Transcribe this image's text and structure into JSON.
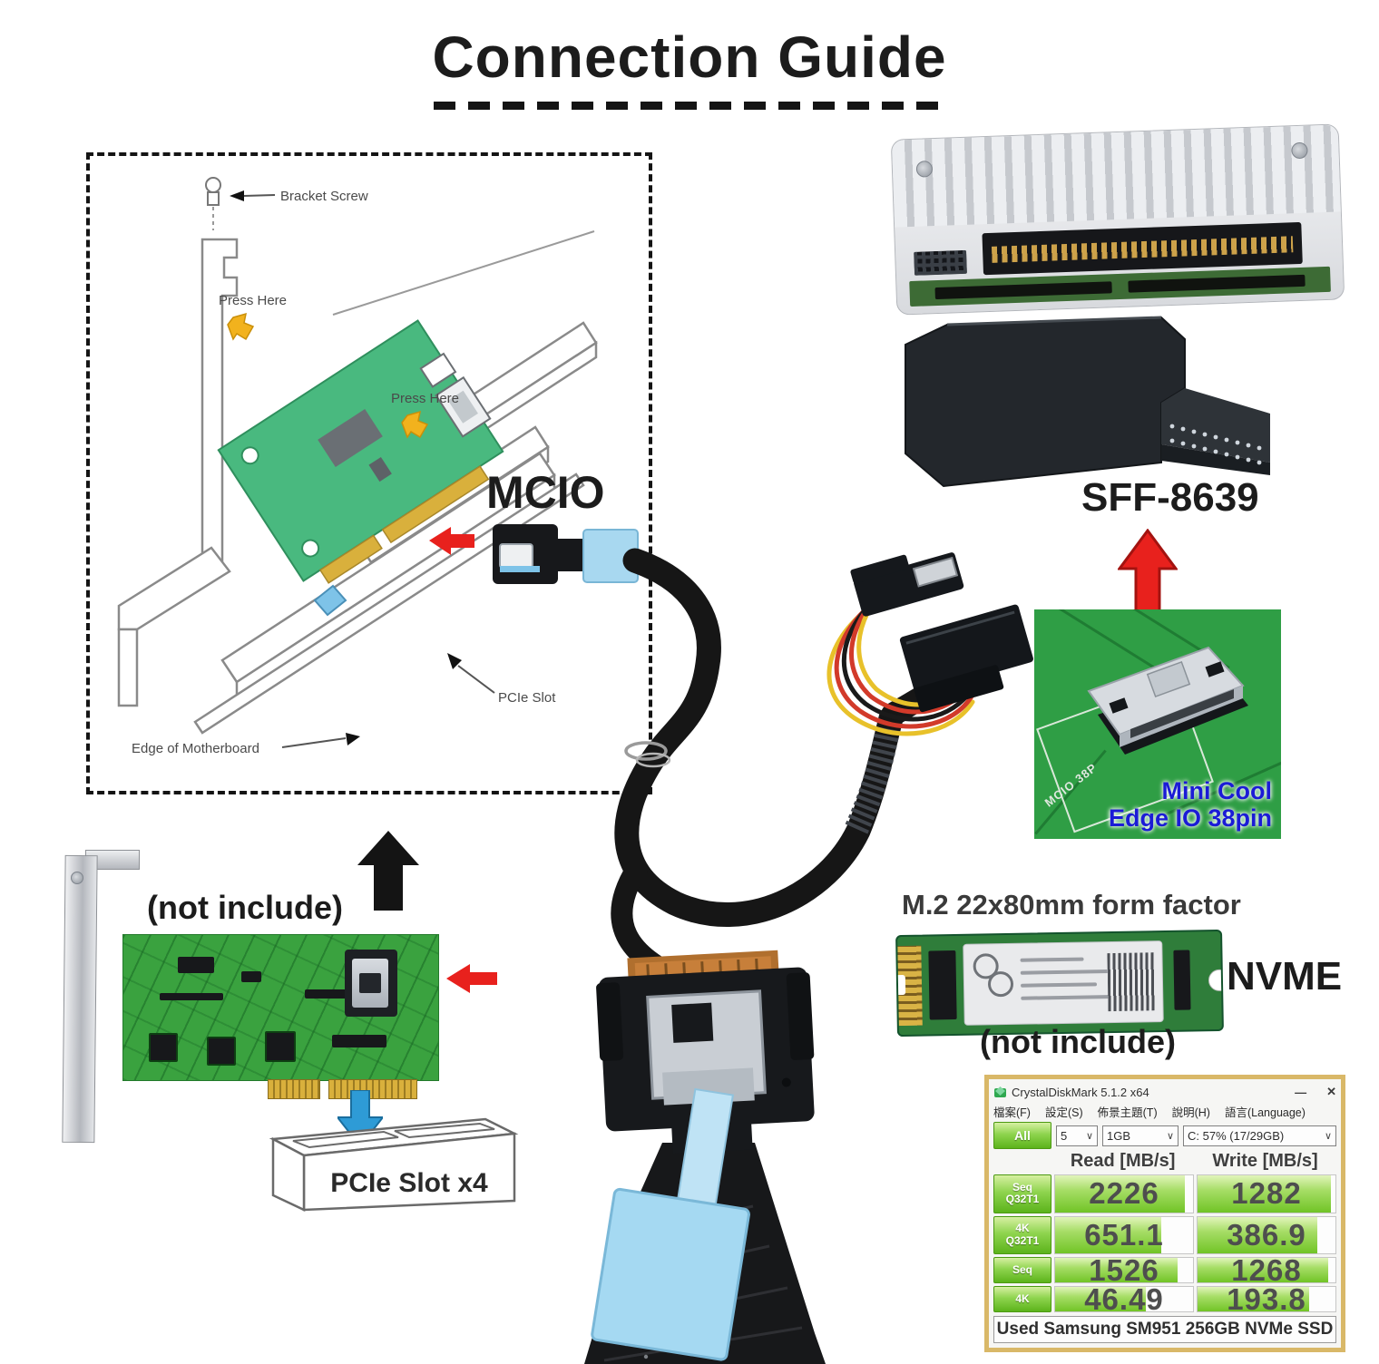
{
  "page": {
    "title": "Connection Guide"
  },
  "install_diagram": {
    "bracket_screw": "Bracket Screw",
    "press_here_top": "Press Here",
    "press_here_mid": "Press Here",
    "pcie_slot": "PCIe Slot",
    "edge_of_motherboard": "Edge of Motherboard"
  },
  "callouts": {
    "mcio": "MCIO",
    "sff_8639": "SFF-8639",
    "mini_cool_line1": "Mini Cool",
    "mini_cool_line2": "Edge IO 38pin",
    "mcio_38p_silk": "MCIO 38P",
    "m2_form_factor": "M.2 22x80mm form factor",
    "nvme": "NVME",
    "not_include_card": "(not include)",
    "not_include_ssd": "(not include)",
    "pcie_slot_x4": "PCIe Slot x4"
  },
  "benchmark_window": {
    "title": "CrystalDiskMark 5.1.2 x64",
    "minimize_glyph": "—",
    "close_glyph": "✕",
    "chevron_glyph": "∨",
    "menu": [
      "檔案(F)",
      "設定(S)",
      "佈景主題(T)",
      "說明(H)",
      "語言(Language)"
    ],
    "test_count": "5",
    "test_size": "1GB",
    "target_drive": "C: 57% (17/29GB)",
    "all_button": "All",
    "read_header": "Read [MB/s]",
    "write_header": "Write [MB/s]",
    "rows": [
      {
        "label1": "Seq",
        "label2": "Q32T1",
        "read": "2226",
        "write": "1282",
        "read_bar": 94,
        "write_bar": 97
      },
      {
        "label1": "4K",
        "label2": "Q32T1",
        "read": "651.1",
        "write": "386.9",
        "read_bar": 77,
        "write_bar": 87
      },
      {
        "label1": "Seq",
        "label2": "",
        "read": "1526",
        "write": "1268",
        "read_bar": 89,
        "write_bar": 95
      },
      {
        "label1": "4K",
        "label2": "",
        "read": "46.49",
        "write": "193.8",
        "read_bar": 66,
        "write_bar": 81
      }
    ],
    "footer": "Used Samsung SM951 256GB NVMe SSD"
  },
  "colors": {
    "red_arrow": "#e8211d",
    "blue_arrow": "#2e9bd6",
    "pcb_green": "#3aa23f",
    "diagram_card_green": "#49b97f",
    "cdm_green": "#6abf1e",
    "mini_cool_blue": "#1b1bd6",
    "cable_black": "#161616",
    "gold_fingers": "#d9b03c"
  }
}
